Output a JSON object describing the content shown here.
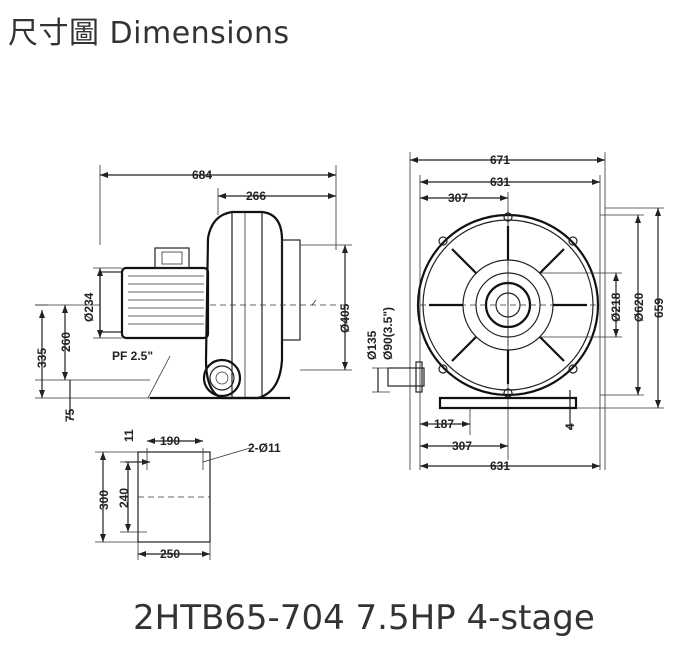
{
  "title": "尺寸圖 Dimensions",
  "model_caption": "2HTB65-704 7.5HP 4-stage",
  "dimensions": {
    "side_view": {
      "overall_length": "684",
      "housing_width": "266",
      "motor_dia": "Ø234",
      "housing_dia": "Ø405",
      "center_height": "260",
      "outlet_height": "335",
      "base_height": "75",
      "port": "PF 2.5\""
    },
    "base_plate": {
      "hole_spacing_x": "190",
      "hole_offset": "11",
      "holes": "2-Ø11",
      "plate_depth": "300",
      "hole_spacing_y": "240",
      "plate_width": "250"
    },
    "front_view": {
      "overall_width": "671",
      "body_width": "631",
      "center_offset": "307",
      "outlet_dia_1": "Ø135",
      "outlet_dia_2": "Ø90(3.5\")",
      "inner_dia": "Ø218",
      "flange_dia": "Ø620",
      "overall_height": "659",
      "base_offset": "187",
      "base_center": "307",
      "base_width": "631",
      "foot_height": "4"
    }
  }
}
